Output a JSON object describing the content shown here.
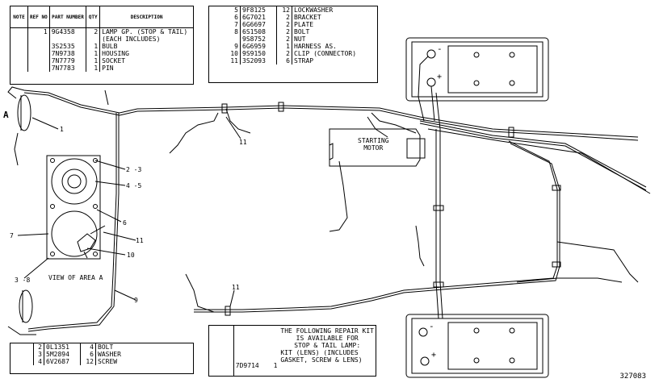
{
  "parts_table_main": {
    "headers": [
      "NOTE",
      "REF NO",
      "PART NUMBER",
      "QTY",
      "DESCRIPTION"
    ],
    "rows": [
      {
        "ref": "1",
        "part": "9G4358",
        "qty": "2",
        "desc": "LAMP GP. (STOP & TAIL)"
      },
      {
        "ref": "",
        "part": "",
        "qty": "",
        "desc": "(EACH INCLUDES)"
      },
      {
        "ref": "",
        "part": "3S2535",
        "qty": "1",
        "desc": "BULB"
      },
      {
        "ref": "",
        "part": "7N9738",
        "qty": "1",
        "desc": "HOUSING"
      },
      {
        "ref": "",
        "part": "7N7779",
        "qty": "1",
        "desc": "SOCKET"
      },
      {
        "ref": "",
        "part": "7N7783",
        "qty": "1",
        "desc": "PIN"
      }
    ]
  },
  "parts_table_top": {
    "rows": [
      {
        "ref": "5",
        "part": "9F8125",
        "qty": "12",
        "desc": "LOCKWASHER"
      },
      {
        "ref": "6",
        "part": "6G7021",
        "qty": "2",
        "desc": "BRACKET"
      },
      {
        "ref": "7",
        "part": "6G6697",
        "qty": "2",
        "desc": "PLATE"
      },
      {
        "ref": "8",
        "part": "6S1508",
        "qty": "2",
        "desc": "BOLT"
      },
      {
        "ref": "",
        "part": "9S8752",
        "qty": "2",
        "desc": "NUT"
      },
      {
        "ref": "9",
        "part": "6G6959",
        "qty": "1",
        "desc": "HARNESS AS."
      },
      {
        "ref": "10",
        "part": "9S9150",
        "qty": "2",
        "desc": "CLIP (CONNECTOR)"
      },
      {
        "ref": "11",
        "part": "3S2093",
        "qty": "6",
        "desc": "STRAP"
      }
    ]
  },
  "parts_table_bottom": {
    "rows": [
      {
        "ref": "2",
        "part": "0L1351",
        "qty": "4",
        "desc": "BOLT"
      },
      {
        "ref": "3",
        "part": "5M2894",
        "qty": "6",
        "desc": "WASHER"
      },
      {
        "ref": "4",
        "part": "6V2687",
        "qty": "12",
        "desc": "SCREW"
      }
    ]
  },
  "repair_kit": {
    "notice": [
      "THE FOLLOWING REPAIR KIT",
      "IS AVAILABLE FOR",
      "STOP & TAIL LAMP:"
    ],
    "part": "7D9714",
    "qty": "1",
    "desc": [
      "KIT (LENS) (INCLUDES",
      "GASKET, SCREW & LENS)"
    ]
  },
  "callouts": {
    "a": "A",
    "c1": "1",
    "c2_3": "2 -3",
    "c4_5": "4 -5",
    "c6": "6",
    "c7": "7",
    "c11a": "11",
    "c10": "10",
    "c3_8": "3 -8",
    "c9": "9",
    "c11b": "11",
    "c11c": "11",
    "view_label": "VIEW OF AREA A",
    "starting_motor": [
      "STARTING",
      "MOTOR"
    ],
    "minus": "-",
    "plus": "+"
  },
  "figure_number": "327083",
  "colors": {
    "ink": "#000000",
    "paper": "#ffffff"
  }
}
